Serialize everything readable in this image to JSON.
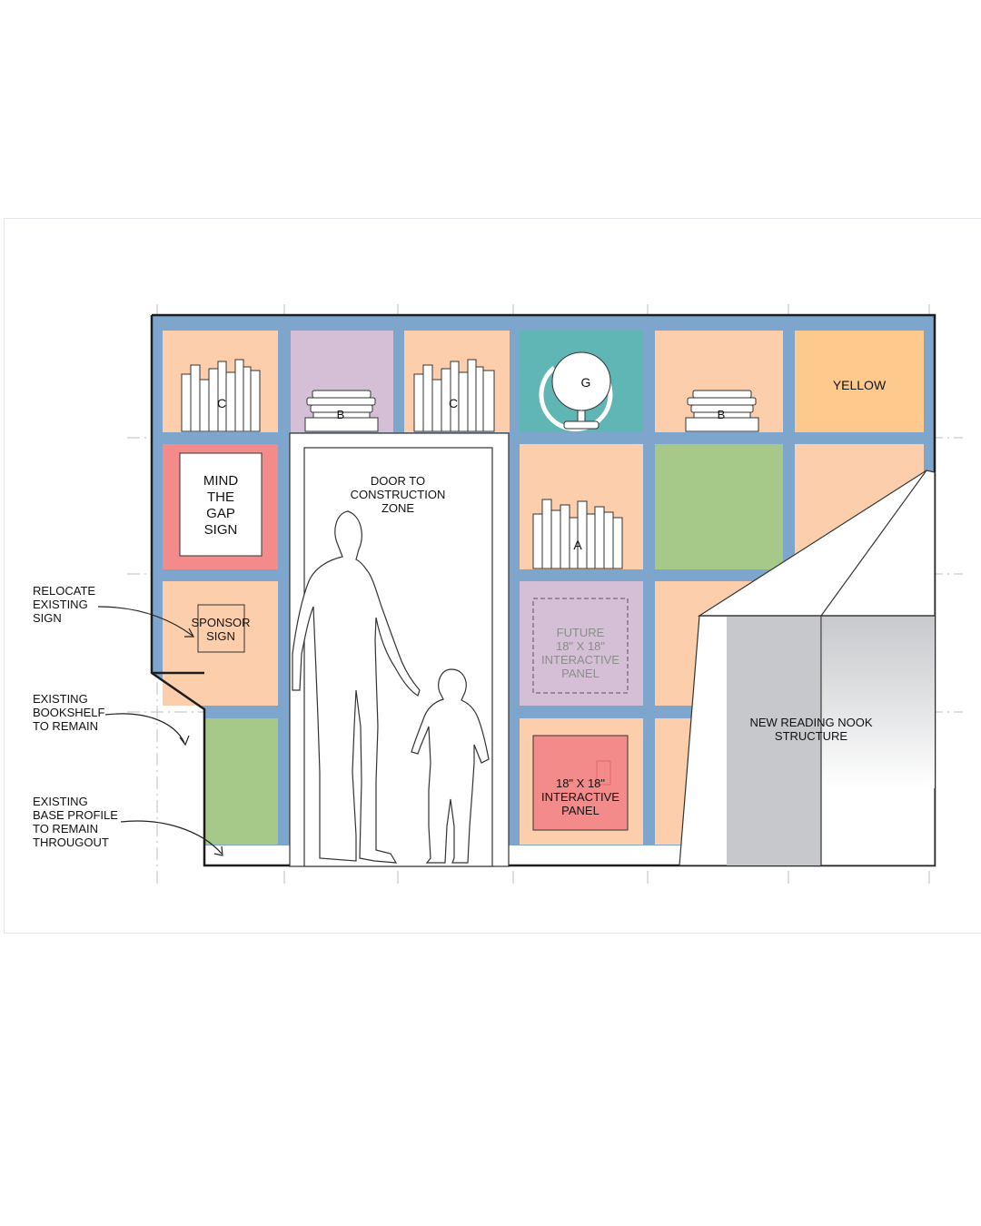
{
  "colors": {
    "frame": "#7ea6cc",
    "peach": "#fcceab",
    "lavender": "#d5bfd6",
    "teal": "#5fb6b4",
    "yellow": "#fdc98c",
    "green": "#a6c889",
    "red": "#f48b8b",
    "gray": "#c7c8cb",
    "outline": "#1d1d1d"
  },
  "shelves": {
    "c1": "C",
    "b1": "B",
    "c2": "C",
    "globe": "G",
    "b2": "B",
    "yellow": "YELLOW",
    "a": "A"
  },
  "mind_gap": {
    "l1": "MIND",
    "l2": "THE",
    "l3": "GAP",
    "l4": "SIGN"
  },
  "sponsor": {
    "l1": "SPONSOR",
    "l2": "SIGN"
  },
  "door": {
    "l1": "DOOR TO",
    "l2": "CONSTRUCTION",
    "l3": "ZONE"
  },
  "future_panel": {
    "l1": "FUTURE",
    "l2": "18\" X 18\"",
    "l3": "INTERACTIVE",
    "l4": "PANEL"
  },
  "panel": {
    "l1": "18\" X 18\"",
    "l2": "INTERACTIVE",
    "l3": "PANEL"
  },
  "nook": {
    "l1": "NEW READING NOOK",
    "l2": "STRUCTURE"
  },
  "notes": {
    "relocate": {
      "l1": "RELOCATE",
      "l2": "EXISTING",
      "l3": "SIGN"
    },
    "bookshelf": {
      "l1": "EXISTING",
      "l2": "BOOKSHELF",
      "l3": "TO REMAIN"
    },
    "base": {
      "l1": "EXISTING",
      "l2": "BASE PROFILE",
      "l3": "TO REMAIN",
      "l4": "THROUGOUT"
    }
  }
}
